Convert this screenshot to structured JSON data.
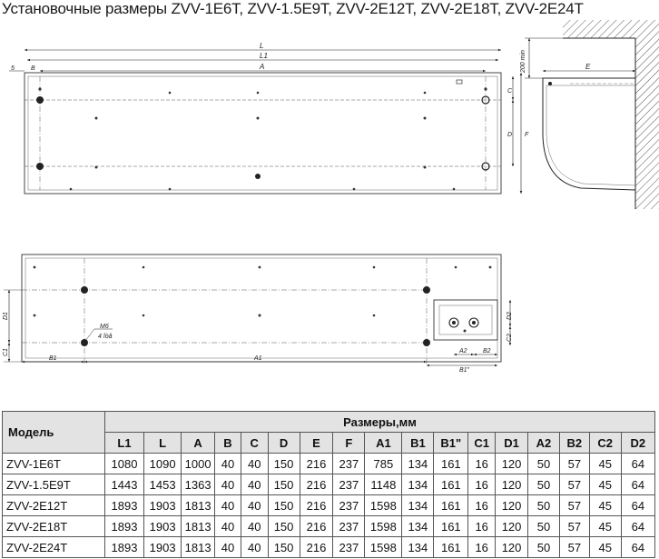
{
  "page": {
    "title": "Установочные размеры ZVV-1E6T, ZVV-1.5E9T, ZVV-2E12T, ZVV-2E18T, ZVV-2E24T"
  },
  "drawing": {
    "top_view": {
      "labels": {
        "L": "L",
        "L1": "L1",
        "A": "A",
        "B": "B",
        "S": "5",
        "C": "C",
        "D": "D",
        "F": "F"
      }
    },
    "side_view": {
      "labels": {
        "clearance": "200 min",
        "E": "E"
      }
    },
    "bottom_view": {
      "labels": {
        "C1": "C1",
        "D1": "D1",
        "B1": "B1",
        "A1": "A1",
        "M6": "M6",
        "holes": "4 îòâ",
        "D2": "D2",
        "C2": "C2",
        "A2": "A2",
        "B2": "B2",
        "B1pp": "B1\""
      }
    }
  },
  "table": {
    "model_header": "Модель",
    "group_header": "Размеры,мм",
    "columns": [
      "L1",
      "L",
      "A",
      "B",
      "C",
      "D",
      "E",
      "F",
      "A1",
      "B1",
      "B1\"",
      "C1",
      "D1",
      "A2",
      "B2",
      "C2",
      "D2"
    ],
    "rows": [
      {
        "model": "ZVV-1E6T",
        "values": [
          "1080",
          "1090",
          "1000",
          "40",
          "40",
          "150",
          "216",
          "237",
          "785",
          "134",
          "161",
          "16",
          "120",
          "50",
          "57",
          "45",
          "64"
        ]
      },
      {
        "model": "ZVV-1.5E9T",
        "values": [
          "1443",
          "1453",
          "1363",
          "40",
          "40",
          "150",
          "216",
          "237",
          "1148",
          "134",
          "161",
          "16",
          "120",
          "50",
          "57",
          "45",
          "64"
        ]
      },
      {
        "model": "ZVV-2E12T",
        "values": [
          "1893",
          "1903",
          "1813",
          "40",
          "40",
          "150",
          "216",
          "237",
          "1598",
          "134",
          "161",
          "16",
          "120",
          "50",
          "57",
          "45",
          "64"
        ]
      },
      {
        "model": "ZVV-2E18T",
        "values": [
          "1893",
          "1903",
          "1813",
          "40",
          "40",
          "150",
          "216",
          "237",
          "1598",
          "134",
          "161",
          "16",
          "120",
          "50",
          "57",
          "45",
          "64"
        ]
      },
      {
        "model": "ZVV-2E24T",
        "values": [
          "1893",
          "1903",
          "1813",
          "40",
          "40",
          "150",
          "216",
          "237",
          "1598",
          "134",
          "161",
          "16",
          "120",
          "50",
          "57",
          "45",
          "64"
        ]
      }
    ]
  }
}
